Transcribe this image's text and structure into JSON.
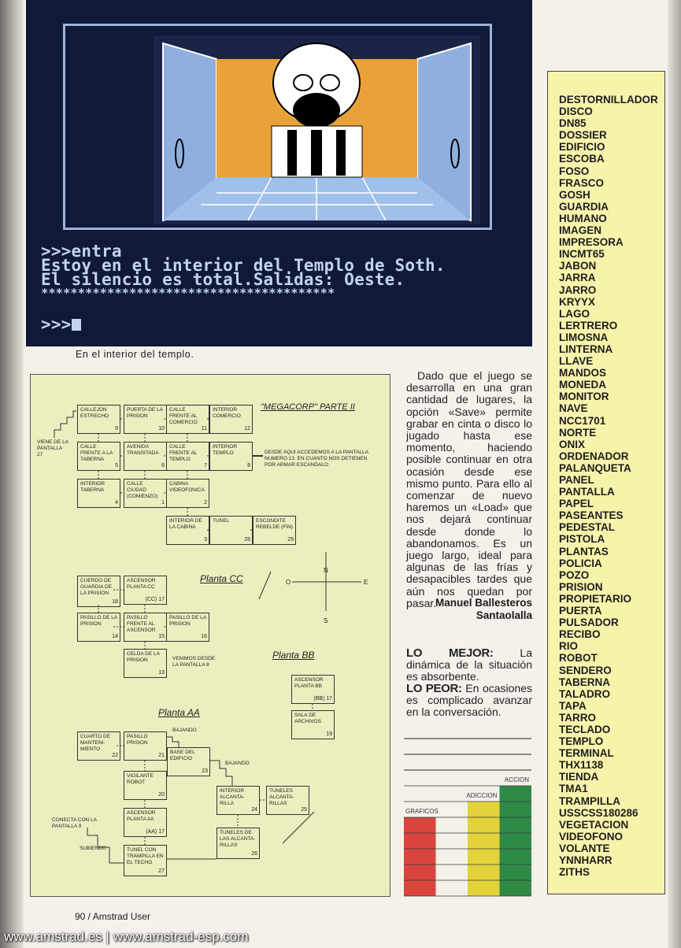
{
  "screenshot": {
    "terminal_lines": [
      ">>>entra",
      "Estoy en el interior del Templo de Soth.",
      "El silencio es total.Salidas: Oeste.",
      "****************************************",
      ">>>"
    ],
    "caption": "En el interior del templo."
  },
  "map": {
    "title": "\"MEGACORP\" PARTE II",
    "rooms": [
      {
        "name": "CALLEJON ESTRECHO",
        "num": "9"
      },
      {
        "name": "PUERTA DE LA PRISION",
        "num": "10"
      },
      {
        "name": "CALLE FRENTE AL COMERCIO",
        "num": "11"
      },
      {
        "name": "INTERIOR COMERCIO",
        "num": "12"
      },
      {
        "name": "CALLE FRENTE A LA TABERNA",
        "num": "5"
      },
      {
        "name": "AVENIDA TRANSITADA",
        "num": "6"
      },
      {
        "name": "CALLE FRENTE AL TEMPLO",
        "num": "7"
      },
      {
        "name": "INTERIOR TEMPLO",
        "num": "8"
      },
      {
        "name": "INTERIOR TABERNA",
        "num": "4"
      },
      {
        "name": "CALLE CIUDAD (Comienzo)",
        "num": "1"
      },
      {
        "name": "CABINA VIDEOFONICA",
        "num": "2"
      },
      {
        "name": "INTERIOR DE LA CABINA",
        "num": "3"
      },
      {
        "name": "TUNEL",
        "num": "28"
      },
      {
        "name": "ESCONDITE REBELDE (FIN)",
        "num": "29"
      },
      {
        "name": "CUERDO DE GUARDIA DE LA PRISION",
        "num": "18"
      },
      {
        "name": "ASCENSOR Planta CC",
        "num": "(cc) 17"
      },
      {
        "name": "PASILLO DE LA PRISION",
        "num": "14"
      },
      {
        "name": "PASILLO FRENTE AL ASCENSOR",
        "num": "15"
      },
      {
        "name": "PASILLO DE LA PRISION",
        "num": "16"
      },
      {
        "name": "CELDA DE LA PRISION",
        "num": "13"
      },
      {
        "name": "ASCENSOR Planta BB",
        "num": "(bb) 17"
      },
      {
        "name": "SALA DE ARCHIVOS",
        "num": "19"
      },
      {
        "name": "CUARTO DE MANTENI-MIENTO",
        "num": "22"
      },
      {
        "name": "PASILLO PRISION",
        "num": "21"
      },
      {
        "name": "BASE DEL EDIFICIO",
        "num": "23"
      },
      {
        "name": "VIGILANTE ROBOT",
        "num": "20"
      },
      {
        "name": "ASCENSOR Planta AA",
        "num": "(aa) 17"
      },
      {
        "name": "TUNEL CON TRAMPILLA EN EL TECHO",
        "num": "27"
      },
      {
        "name": "INTERIOR ALCANTA-RILLA",
        "num": "24"
      },
      {
        "name": "TUNELES ALCANTA-RILLAS",
        "num": "25"
      },
      {
        "name": "TUNELES DE LAS ALCANTA-RILLAS",
        "num": "26"
      }
    ],
    "notes": {
      "viene": "VIENE DE LA\nPANTALLA\n27",
      "desde": "DESDE AQUI ACCEDEMOS A LA PANTALLA\nNUMERO 13. EN CUANTO NOS DETIENEN\nPOR ARMAR ESCANDALO",
      "venimos": "VENIMOS DESDE\nLA PANTALLA 8",
      "bajando1": "BAJANDO",
      "bajando2": "BAJANDO",
      "conecta": "CONECTA CON LA\nPANTALLA 9",
      "subiendo": "SUBIENDO"
    },
    "planta_cc": "Planta CC",
    "planta_bb": "Planta BB",
    "planta_aa": "Planta AA",
    "compass": {
      "n": "N",
      "s": "S",
      "e": "E",
      "o": "O"
    }
  },
  "article": {
    "body": "Dado que el juego se desarrolla en una gran cantidad de lugares, la opción «Save» permite grabar en cinta o disco lo jugado hasta ese momento, haciendo posible continuar en otra ocasión desde ese mismo punto. Para ello al comenzar de nuevo haremos un «Load» que nos dejará continuar desde donde lo abandonamos. Es un juego largo, ideal para algunas de las frías y desapacibles tardes que aún nos quedan por pasar.",
    "author_line1": "Manuel Ballesteros",
    "author_line2": "Santaolalla",
    "mejor_label": "LO MEJOR:",
    "mejor_text": " La dinámica de la situación es absorbente.",
    "peor_label": "LO PEOR:",
    "peor_text": " En ocasiones es complicado avanzar en la conversación."
  },
  "ratings": {
    "scale_max": 10,
    "items": [
      {
        "label": "GRAFICOS",
        "value": 5,
        "color": "#d9453d"
      },
      {
        "label": "",
        "value": 0,
        "color": "#ffffff"
      },
      {
        "label": "ADICCION",
        "value": 6,
        "color": "#e3d23a"
      },
      {
        "label": "ACCION",
        "value": 7,
        "color": "#2f8a45"
      }
    ]
  },
  "vocabulary": [
    "DESTORNILLADOR",
    "DISCO",
    "DN85",
    "DOSSIER",
    "EDIFICIO",
    "ESCOBA",
    "FOSO",
    "FRASCO",
    "GOSH",
    "GUARDIA",
    "HUMANO",
    "IMAGEN",
    "IMPRESORA",
    "INCMT65",
    "JABON",
    "JARRA",
    "JARRO",
    "KRYYX",
    "LAGO",
    "LERTRERO",
    "LIMOSNA",
    "LINTERNA",
    "LLAVE",
    "MANDOS",
    "MONEDA",
    "MONITOR",
    "NAVE",
    "NCC1701",
    "NORTE",
    "ONIX",
    "ORDENADOR",
    "PALANQUETA",
    "PANEL",
    "PANTALLA",
    "PAPEL",
    "PASEANTES",
    "PEDESTAL",
    "PISTOLA",
    "PLANTAS",
    "POLICIA",
    "POZO",
    "PRISION",
    "PROPIETARIO",
    "PUERTA",
    "PULSADOR",
    "RECIBO",
    "RIO",
    "ROBOT",
    "SENDERO",
    "TABERNA",
    "TALADRO",
    "TAPA",
    "TARRO",
    "TECLADO",
    "TEMPLO",
    "TERMINAL",
    "THX1138",
    "TIENDA",
    "TMA1",
    "TRAMPILLA",
    "USSCSS180286",
    "VEGETACION",
    "VIDEOFONO",
    "VOLANTE",
    "YNNHARR",
    "ZITHS"
  ],
  "footer": "90 / Amstrad User",
  "watermark": "www.amstrad.es | www.amstrad-esp.com"
}
